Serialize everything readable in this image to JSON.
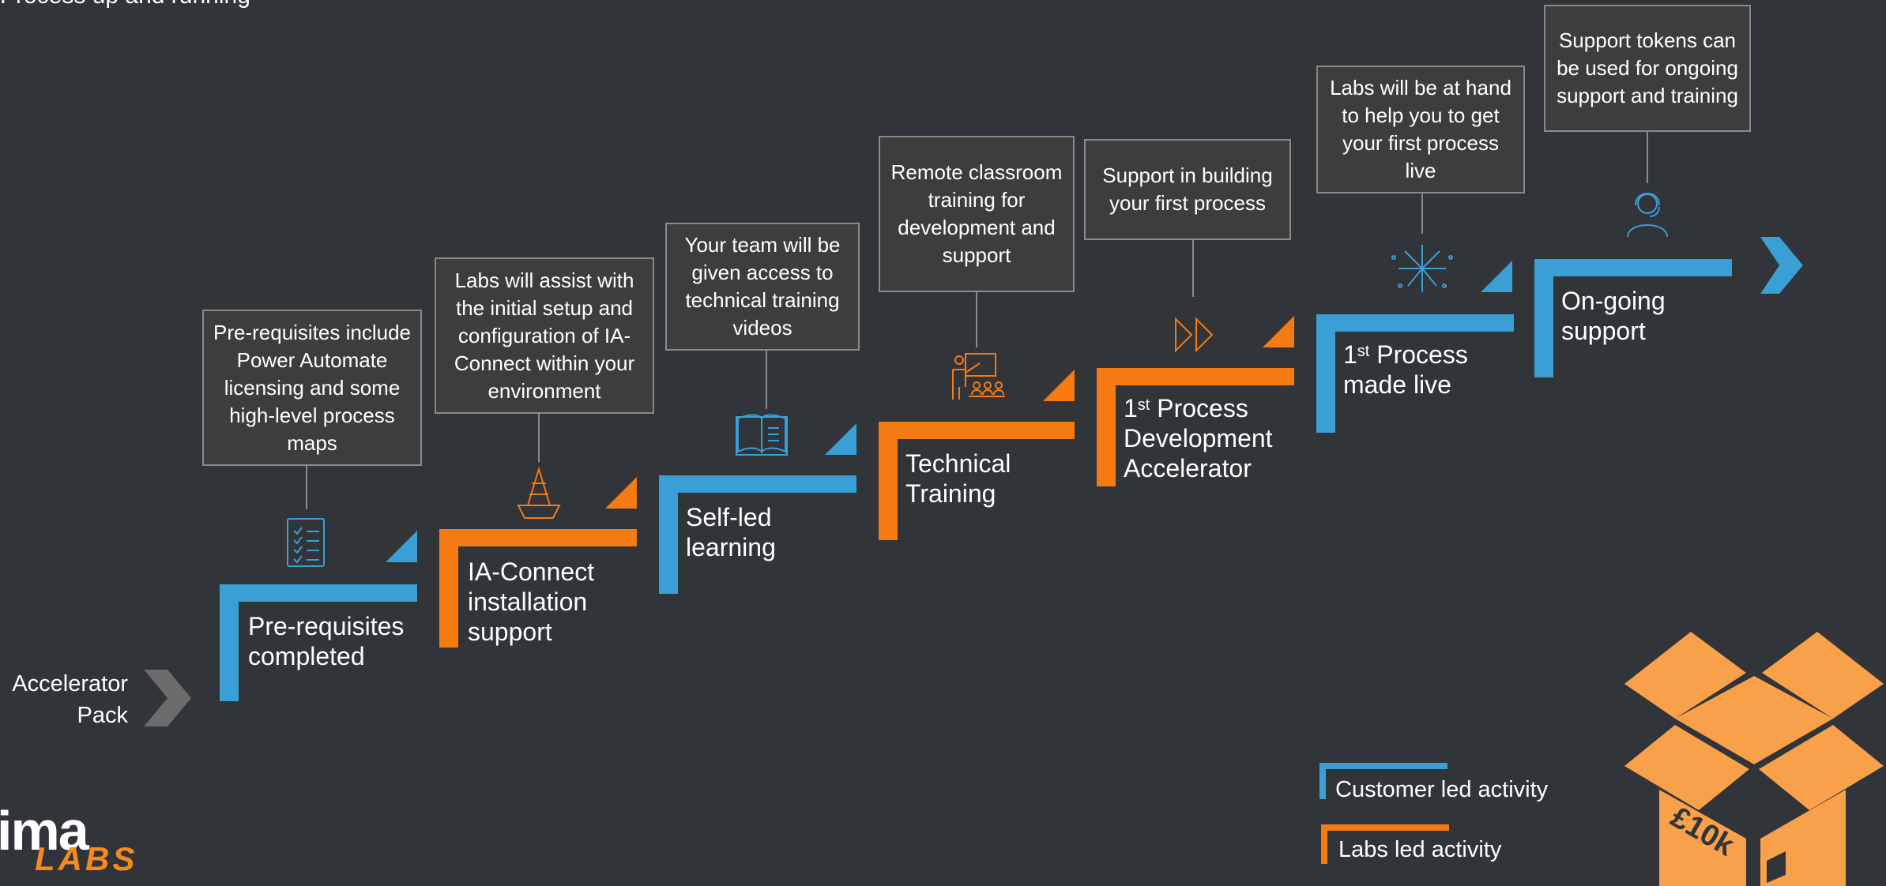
{
  "headline": "Process up and running",
  "start": {
    "line1": "Accelerator",
    "line2": "Pack"
  },
  "steps": [
    {
      "label1": "Pre-requisites",
      "label2": "completed",
      "label3": "",
      "callout": "Pre-requisites include Power Automate licensing and some high-level process maps",
      "icon": "checklist-icon",
      "kind": "customer"
    },
    {
      "label1": "IA-Connect",
      "label2": "installation",
      "label3": "support",
      "callout": "Labs will assist with the initial setup and configuration of IA-Connect within your environment",
      "icon": "traffic-cone-icon",
      "kind": "labs"
    },
    {
      "label1": "Self-led",
      "label2": "learning",
      "label3": "",
      "callout": "Your team will be given access to technical training videos",
      "icon": "book-icon",
      "kind": "customer"
    },
    {
      "label1": "Technical",
      "label2": "Training",
      "label3": "",
      "callout": "Remote classroom training for development and support",
      "icon": "classroom-icon",
      "kind": "labs"
    },
    {
      "label1_num": "1",
      "label1_sup": "st",
      "label1_rest": " Process",
      "label2": "Development",
      "label3": "Accelerator",
      "callout": "Support in building your first process",
      "icon": "fast-forward-icon",
      "kind": "labs"
    },
    {
      "label1_num": "1",
      "label1_sup": "st",
      "label1_rest": " Process",
      "label2": "made live",
      "label3": "",
      "callout": "Labs will be at hand to help you to get your first process live",
      "icon": "fireworks-icon",
      "kind": "customer"
    },
    {
      "label1": "On-going",
      "label2": "support",
      "label3": "",
      "callout": "Support tokens can be used for ongoing support and training",
      "icon": "headset-icon",
      "kind": "customer"
    }
  ],
  "legend": {
    "customer": "Customer led activity",
    "labs": "Labs led activity"
  },
  "box": {
    "price": "£10k"
  },
  "logo": {
    "main": "ima",
    "sub": "LABS"
  },
  "colors": {
    "customer": "#3a9fd5",
    "labs": "#f67a12",
    "background": "#313438",
    "box": "#f9a04a"
  }
}
